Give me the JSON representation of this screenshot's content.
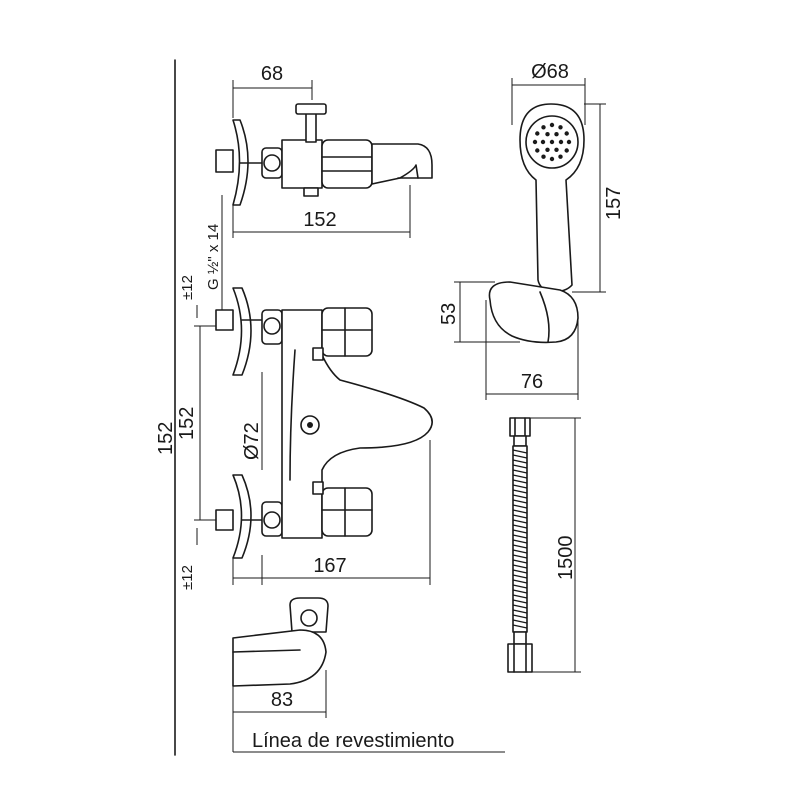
{
  "dimensions": {
    "top_spout_depth": "68",
    "top_width": "152",
    "thread": "G ½\" x 14",
    "tol_top": "±12",
    "tol_bottom": "±12",
    "center_distance": "152",
    "overall_height": "152",
    "escutcheon_diameter": "Ø72",
    "front_width": "167",
    "spout_depth": "83",
    "shower_diameter": "Ø68",
    "shower_length": "157",
    "holder_height": "53",
    "holder_width": "76",
    "hose_length": "1500"
  },
  "caption": "Línea de revestimiento"
}
